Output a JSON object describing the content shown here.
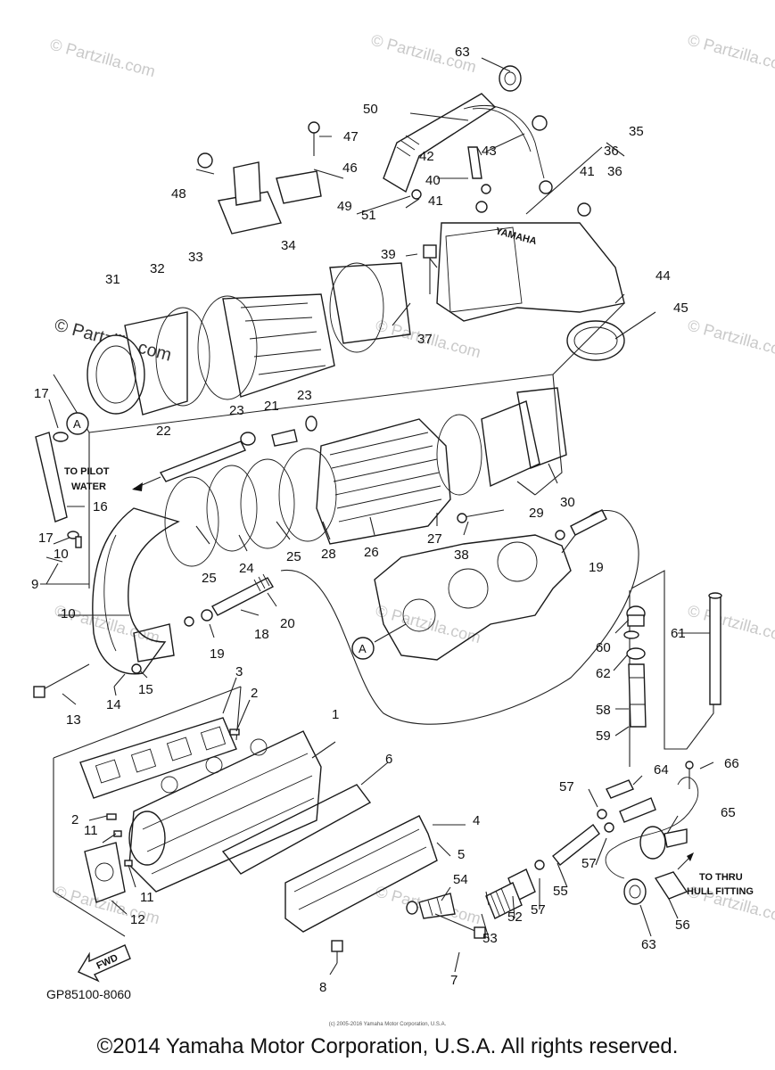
{
  "watermark_text": "© Partzilla.com",
  "callouts": [
    {
      "id": "c63a",
      "text": "63"
    },
    {
      "id": "c50",
      "text": "50"
    },
    {
      "id": "c47",
      "text": "47"
    },
    {
      "id": "c35",
      "text": "35"
    },
    {
      "id": "c36a",
      "text": "36"
    },
    {
      "id": "c43",
      "text": "43"
    },
    {
      "id": "c42",
      "text": "42"
    },
    {
      "id": "c46",
      "text": "46"
    },
    {
      "id": "c41a",
      "text": "41"
    },
    {
      "id": "c36b",
      "text": "36"
    },
    {
      "id": "c48",
      "text": "48"
    },
    {
      "id": "c40",
      "text": "40"
    },
    {
      "id": "c49",
      "text": "49"
    },
    {
      "id": "c41b",
      "text": "41"
    },
    {
      "id": "c51",
      "text": "51"
    },
    {
      "id": "c34",
      "text": "34"
    },
    {
      "id": "c39",
      "text": "39"
    },
    {
      "id": "c31",
      "text": "31"
    },
    {
      "id": "c32",
      "text": "32"
    },
    {
      "id": "c33",
      "text": "33"
    },
    {
      "id": "c44",
      "text": "44"
    },
    {
      "id": "c45",
      "text": "45"
    },
    {
      "id": "c37",
      "text": "37"
    },
    {
      "id": "c17a",
      "text": "17"
    },
    {
      "id": "c23a",
      "text": "23"
    },
    {
      "id": "c21",
      "text": "21"
    },
    {
      "id": "c23b",
      "text": "23"
    },
    {
      "id": "c22",
      "text": "22"
    },
    {
      "id": "c16",
      "text": "16"
    },
    {
      "id": "c17b",
      "text": "17"
    },
    {
      "id": "c10a",
      "text": "10"
    },
    {
      "id": "c9",
      "text": "9"
    },
    {
      "id": "c25a",
      "text": "25"
    },
    {
      "id": "c24",
      "text": "24"
    },
    {
      "id": "c25b",
      "text": "25"
    },
    {
      "id": "c28",
      "text": "28"
    },
    {
      "id": "c26",
      "text": "26"
    },
    {
      "id": "c27",
      "text": "27"
    },
    {
      "id": "c38",
      "text": "38"
    },
    {
      "id": "c29",
      "text": "29"
    },
    {
      "id": "c30",
      "text": "30"
    },
    {
      "id": "c19a",
      "text": "19"
    },
    {
      "id": "c10b",
      "text": "10"
    },
    {
      "id": "c20",
      "text": "20"
    },
    {
      "id": "c18",
      "text": "18"
    },
    {
      "id": "c19b",
      "text": "19"
    },
    {
      "id": "c15",
      "text": "15"
    },
    {
      "id": "c14",
      "text": "14"
    },
    {
      "id": "c13",
      "text": "13"
    },
    {
      "id": "c60",
      "text": "60"
    },
    {
      "id": "c61",
      "text": "61"
    },
    {
      "id": "c62",
      "text": "62"
    },
    {
      "id": "c3",
      "text": "3"
    },
    {
      "id": "c2a",
      "text": "2"
    },
    {
      "id": "c1",
      "text": "1"
    },
    {
      "id": "c58",
      "text": "58"
    },
    {
      "id": "c59",
      "text": "59"
    },
    {
      "id": "c6",
      "text": "6"
    },
    {
      "id": "c66",
      "text": "66"
    },
    {
      "id": "c64",
      "text": "64"
    },
    {
      "id": "c57a",
      "text": "57"
    },
    {
      "id": "c65",
      "text": "65"
    },
    {
      "id": "c2b",
      "text": "2"
    },
    {
      "id": "c4",
      "text": "4"
    },
    {
      "id": "c11a",
      "text": "11"
    },
    {
      "id": "c57b",
      "text": "57"
    },
    {
      "id": "c5",
      "text": "5"
    },
    {
      "id": "c54",
      "text": "54"
    },
    {
      "id": "c55",
      "text": "55"
    },
    {
      "id": "c57c",
      "text": "57"
    },
    {
      "id": "c52",
      "text": "52"
    },
    {
      "id": "c11b",
      "text": "11"
    },
    {
      "id": "c53",
      "text": "53"
    },
    {
      "id": "c12",
      "text": "12"
    },
    {
      "id": "c56",
      "text": "56"
    },
    {
      "id": "c63b",
      "text": "63"
    },
    {
      "id": "c8",
      "text": "8"
    },
    {
      "id": "c7",
      "text": "7"
    },
    {
      "id": "cA1",
      "text": "A"
    },
    {
      "id": "cA2",
      "text": "A"
    }
  ],
  "notes": {
    "pilot_water_line1": "TO PILOT",
    "pilot_water_line2": "WATER",
    "thru_hull_line1": "TO THRU",
    "thru_hull_line2": "HULL FITTING",
    "fwd": "FWD",
    "brand_on_part": "YAMAHA"
  },
  "diagram_code": "GP85100-8060",
  "tiny_credit": "(c) 2005-2016 Yamaha Motor Corporation, U.S.A.",
  "footer": "©2014 Yamaha Motor Corporation, U.S.A. All rights reserved."
}
